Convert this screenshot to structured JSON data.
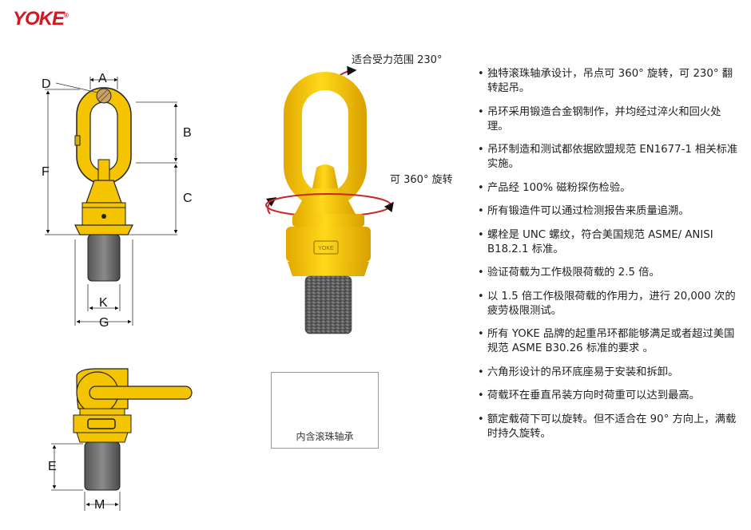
{
  "brand": {
    "logo_text": "YOKE",
    "trademark": "®"
  },
  "dimension_labels": {
    "A": "A",
    "B": "B",
    "C": "C",
    "D": "D",
    "F": "F",
    "G": "G",
    "K": "K",
    "E": "E",
    "M": "M"
  },
  "product_photo": {
    "range_label": "适合受力范围 230°",
    "rotate_label": "可 360° 旋转",
    "marking": "YOKE"
  },
  "bearing": {
    "caption": "内含滚珠轴承"
  },
  "colors": {
    "brand_red": "#d7161f",
    "ring_yellow": "#f5c400",
    "bolt_gray": "#6e6e6e"
  },
  "features": [
    "独特滚珠轴承设计，吊点可 360° 旋转，可 230° 翻转起吊。",
    "吊环采用锻造合金钢制作，并均经过淬火和回火处理。",
    "吊环制造和测试都依据欧盟规范 EN1677-1 相关标准实施。",
    "产品经 100% 磁粉探伤检验。",
    "所有锻造件可以通过检测报告来质量追溯。",
    "螺栓是 UNC 螺纹，符合美国规范 ASME/ ANISI B18.2.1 标准。",
    "验证荷载为工作极限荷载的 2.5 倍。",
    "以 1.5 倍工作极限荷载的作用力，进行 20,000 次的疲劳极限测试。",
    "所有 YOKE 品牌的起重吊环都能够满足或者超过美国规范 ASME B30.26 标准的要求 。",
    "六角形设计的吊环底座易于安装和拆卸。",
    "荷载环在垂直吊装方向时荷重可以达到最高。",
    "额定载荷下可以旋转。但不适合在 90° 方向上，满载时持久旋转。"
  ]
}
